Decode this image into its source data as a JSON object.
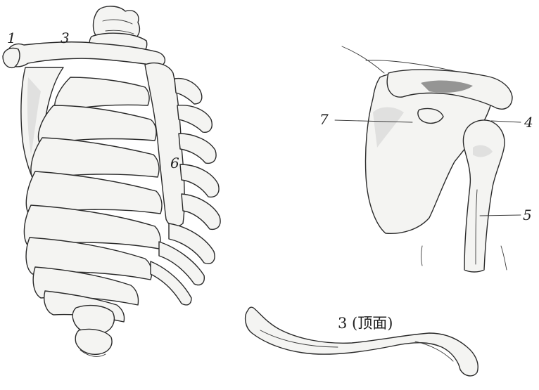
{
  "labels": {
    "l1": "1",
    "l3": "3",
    "l6": "6",
    "l7": "7",
    "l4": "4",
    "l5": "5"
  },
  "caption": "3 (顶面)"
}
